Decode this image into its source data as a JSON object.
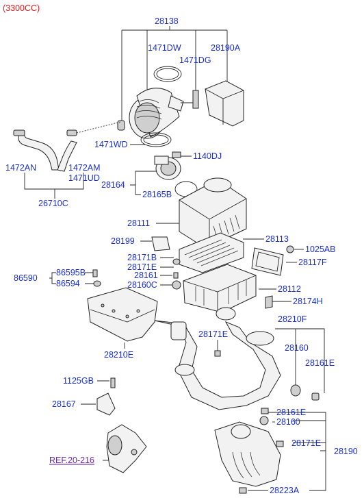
{
  "header": {
    "engine": "(3300CC)"
  },
  "parts": {
    "p28138": "28138",
    "p1471DW": "1471DW",
    "p28190A": "28190A",
    "p1471DG": "1471DG",
    "p1471WD": "1471WD",
    "p1140DJ": "1140DJ",
    "p1472AN": "1472AN",
    "p1472AM": "1472AM",
    "p1471UD": "1471UD",
    "p26710C": "26710C",
    "p28164": "28164",
    "p28165B": "28165B",
    "p28111": "28111",
    "p28113": "28113",
    "p28199": "28199",
    "p1025AB": "1025AB",
    "p28171B": "28171B",
    "p28171E_a": "28171E",
    "p28117F": "28117F",
    "p86595B": "86595B",
    "p86590": "86590",
    "p86594": "86594",
    "p28161": "28161",
    "p28160C": "28160C",
    "p28112": "28112",
    "p28174H": "28174H",
    "p28210F": "28210F",
    "p28171E_b": "28171E",
    "p28160_a": "28160",
    "p28210E": "28210E",
    "p28161E_a": "28161E",
    "p1125GB": "1125GB",
    "p28167": "28167",
    "p28161E_b": "28161E",
    "p28160_b": "28160",
    "p28171E_c": "28171E",
    "p28190": "28190",
    "ref": "REF.20-216",
    "p28223A": "28223A"
  }
}
